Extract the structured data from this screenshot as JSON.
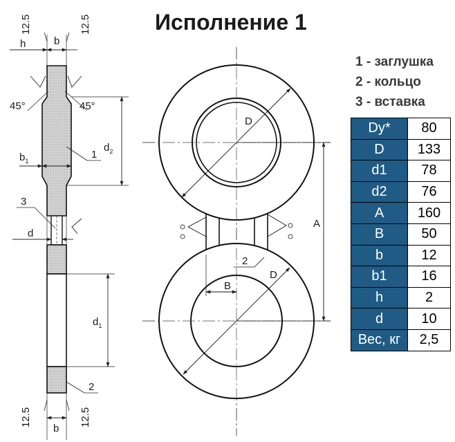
{
  "title": "Исполнение 1",
  "legend": [
    {
      "num": "1",
      "text": "заглушка"
    },
    {
      "num": "2",
      "text": "кольцо"
    },
    {
      "num": "3",
      "text": "вставка"
    }
  ],
  "table": [
    {
      "k": "Dy*",
      "v": "80"
    },
    {
      "k": "D",
      "v": "133"
    },
    {
      "k": "d1",
      "v": "78"
    },
    {
      "k": "d2",
      "v": "76"
    },
    {
      "k": "A",
      "v": "160"
    },
    {
      "k": "B",
      "v": "50"
    },
    {
      "k": "b",
      "v": "12"
    },
    {
      "k": "b1",
      "v": "16"
    },
    {
      "k": "h",
      "v": "2"
    },
    {
      "k": "d",
      "v": "10"
    },
    {
      "k": "Вес, кг",
      "v": "2,5"
    }
  ],
  "labels": {
    "dim_top_left": "12.5",
    "dim_top_right": "12.5",
    "dim_bot_left": "12.5",
    "dim_bot_right": "12.5",
    "h": "h",
    "b_top": "b",
    "b_bot": "b",
    "angle_left": "45°",
    "angle_right": "45°",
    "b1_main": "b",
    "b1_sub": "1",
    "d2_main": "d",
    "d2_sub": "2",
    "d1_main": "d",
    "d1_sub": "1",
    "d": "d",
    "part1": "1",
    "part2_left": "2",
    "part3": "3",
    "D_top": "D",
    "D_bot": "D",
    "A": "A",
    "B": "B",
    "part2_center": "2"
  }
}
